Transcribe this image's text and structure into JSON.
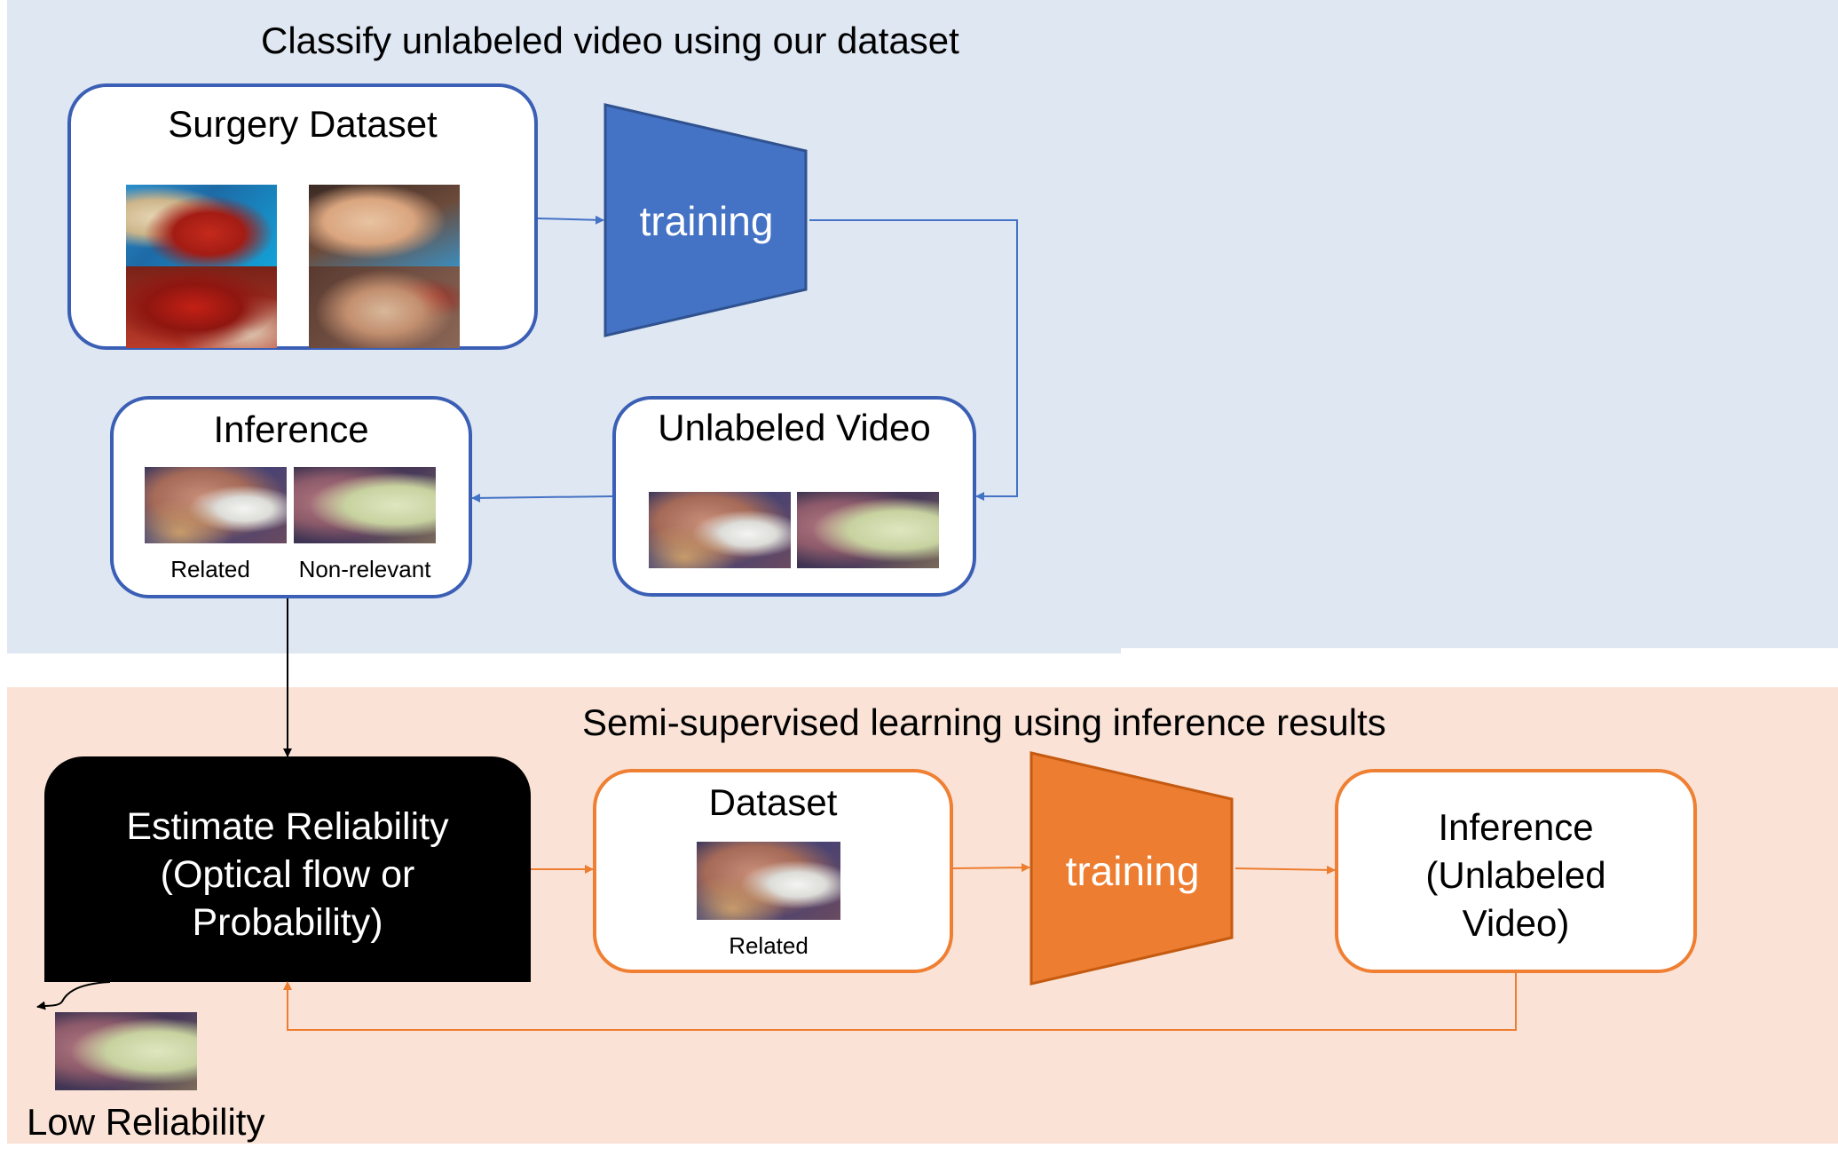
{
  "top_section": {
    "title": "Classify unlabeled video using our dataset",
    "surgery_dataset": {
      "title": "Surgery Dataset"
    },
    "training": {
      "label": "training"
    },
    "unlabeled_video": {
      "title": "Unlabeled Video"
    },
    "inference": {
      "title": "Inference",
      "label_related": "Related",
      "label_non_relevant": "Non-relevant"
    }
  },
  "bottom_section": {
    "title": "Semi-supervised learning using inference results",
    "estimate": {
      "line1": "Estimate Reliability",
      "line2": "(Optical flow or",
      "line3": "Probability)"
    },
    "dataset": {
      "title": "Dataset",
      "label_related": "Related"
    },
    "training": {
      "label": "training"
    },
    "inference": {
      "line1": "Inference",
      "line2": "(Unlabeled",
      "line3": "Video)"
    },
    "low_reliability": "Low Reliability"
  },
  "colors": {
    "top_background": "#dfe7f3",
    "bottom_background": "#fae3d6",
    "blue_accent": "#4472c4",
    "orange_accent": "#ed7d31"
  }
}
